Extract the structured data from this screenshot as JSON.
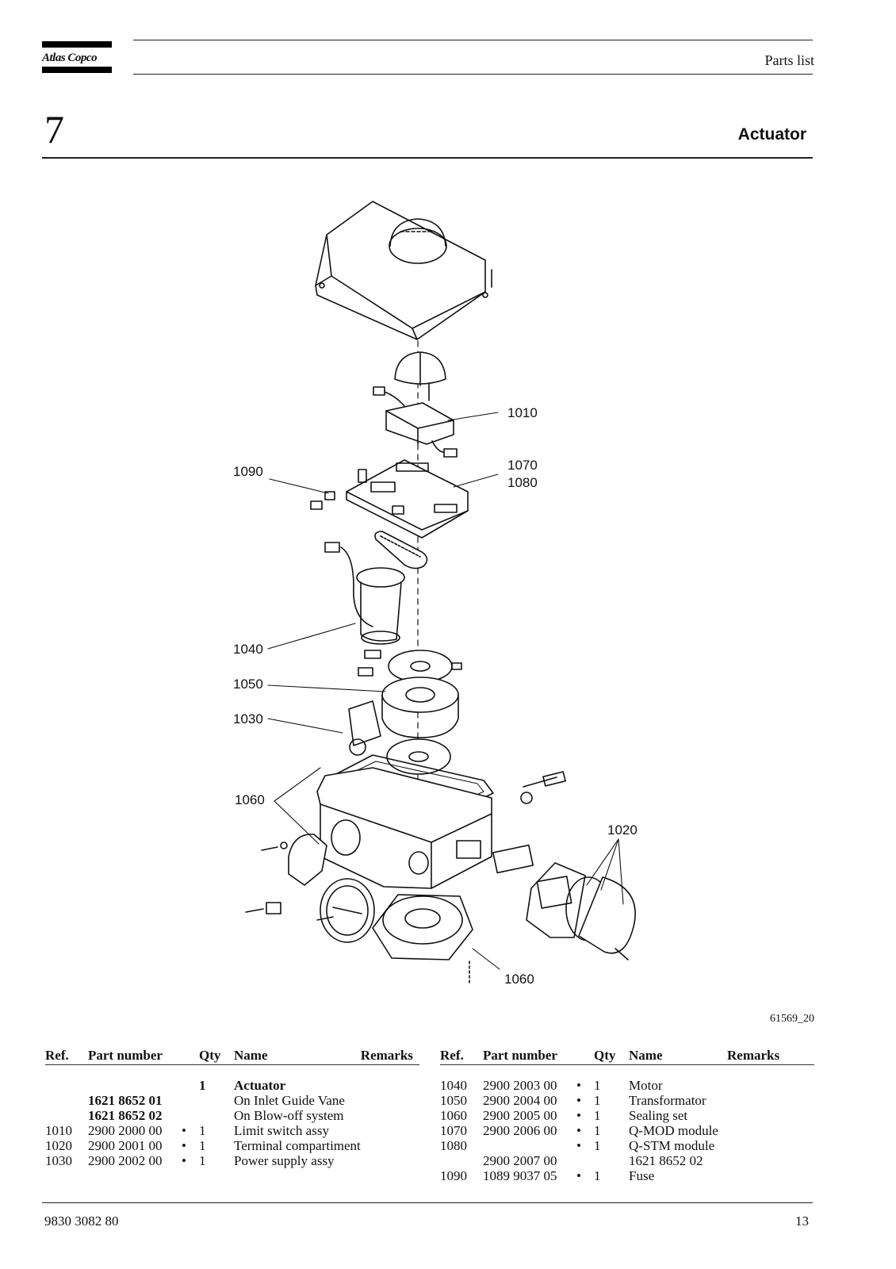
{
  "header": {
    "brand": "Atlas Copco",
    "section_label": "Parts list"
  },
  "chapter": {
    "number": "7",
    "title": "Actuator"
  },
  "figure": {
    "code": "61569_20",
    "callouts": [
      "1010",
      "1070",
      "1080",
      "1090",
      "1040",
      "1050",
      "1030",
      "1060",
      "1020",
      "1060"
    ]
  },
  "table": {
    "columns": [
      "Ref.",
      "Part number",
      "Qty",
      "Name",
      "Remarks"
    ],
    "left_rows": [
      {
        "ref": "",
        "part": "",
        "bullet": "",
        "qty": "1",
        "name": "Actuator",
        "remarks": "",
        "bold_name": true
      },
      {
        "ref": "",
        "part": "1621 8652 01",
        "bullet": "",
        "qty": "",
        "name": "On Inlet Guide Vane",
        "remarks": "",
        "bold_part": true
      },
      {
        "ref": "",
        "part": "1621 8652 02",
        "bullet": "",
        "qty": "",
        "name": "On Blow-off system",
        "remarks": "",
        "bold_part": true
      },
      {
        "ref": "1010",
        "part": "2900 2000 00",
        "bullet": "•",
        "qty": "1",
        "name": "Limit switch assy",
        "remarks": ""
      },
      {
        "ref": "1020",
        "part": "2900 2001 00",
        "bullet": "•",
        "qty": "1",
        "name": "Terminal compartiment",
        "remarks": ""
      },
      {
        "ref": "1030",
        "part": "2900 2002 00",
        "bullet": "•",
        "qty": "1",
        "name": "Power supply assy",
        "remarks": ""
      }
    ],
    "right_rows": [
      {
        "ref": "1040",
        "part": "2900 2003 00",
        "bullet": "•",
        "qty": "1",
        "name": "Motor",
        "remarks": ""
      },
      {
        "ref": "1050",
        "part": "2900 2004 00",
        "bullet": "•",
        "qty": "1",
        "name": "Transformator",
        "remarks": ""
      },
      {
        "ref": "1060",
        "part": "2900 2005 00",
        "bullet": "•",
        "qty": "1",
        "name": "Sealing set",
        "remarks": ""
      },
      {
        "ref": "1070",
        "part": "2900 2006 00",
        "bullet": "•",
        "qty": "1",
        "name": "Q-MOD module",
        "remarks": ""
      },
      {
        "ref": "1080",
        "part": "",
        "bullet": "•",
        "qty": "1",
        "name": "Q-STM module",
        "remarks": ""
      },
      {
        "ref": "",
        "part": "2900 2007 00",
        "bullet": "",
        "qty": "",
        "name": "1621 8652 02",
        "remarks": ""
      },
      {
        "ref": "1090",
        "part": "1089 9037 05",
        "bullet": "•",
        "qty": "1",
        "name": "Fuse",
        "remarks": ""
      }
    ]
  },
  "footer": {
    "doc_number": "9830 3082 80",
    "page_number": "13"
  }
}
